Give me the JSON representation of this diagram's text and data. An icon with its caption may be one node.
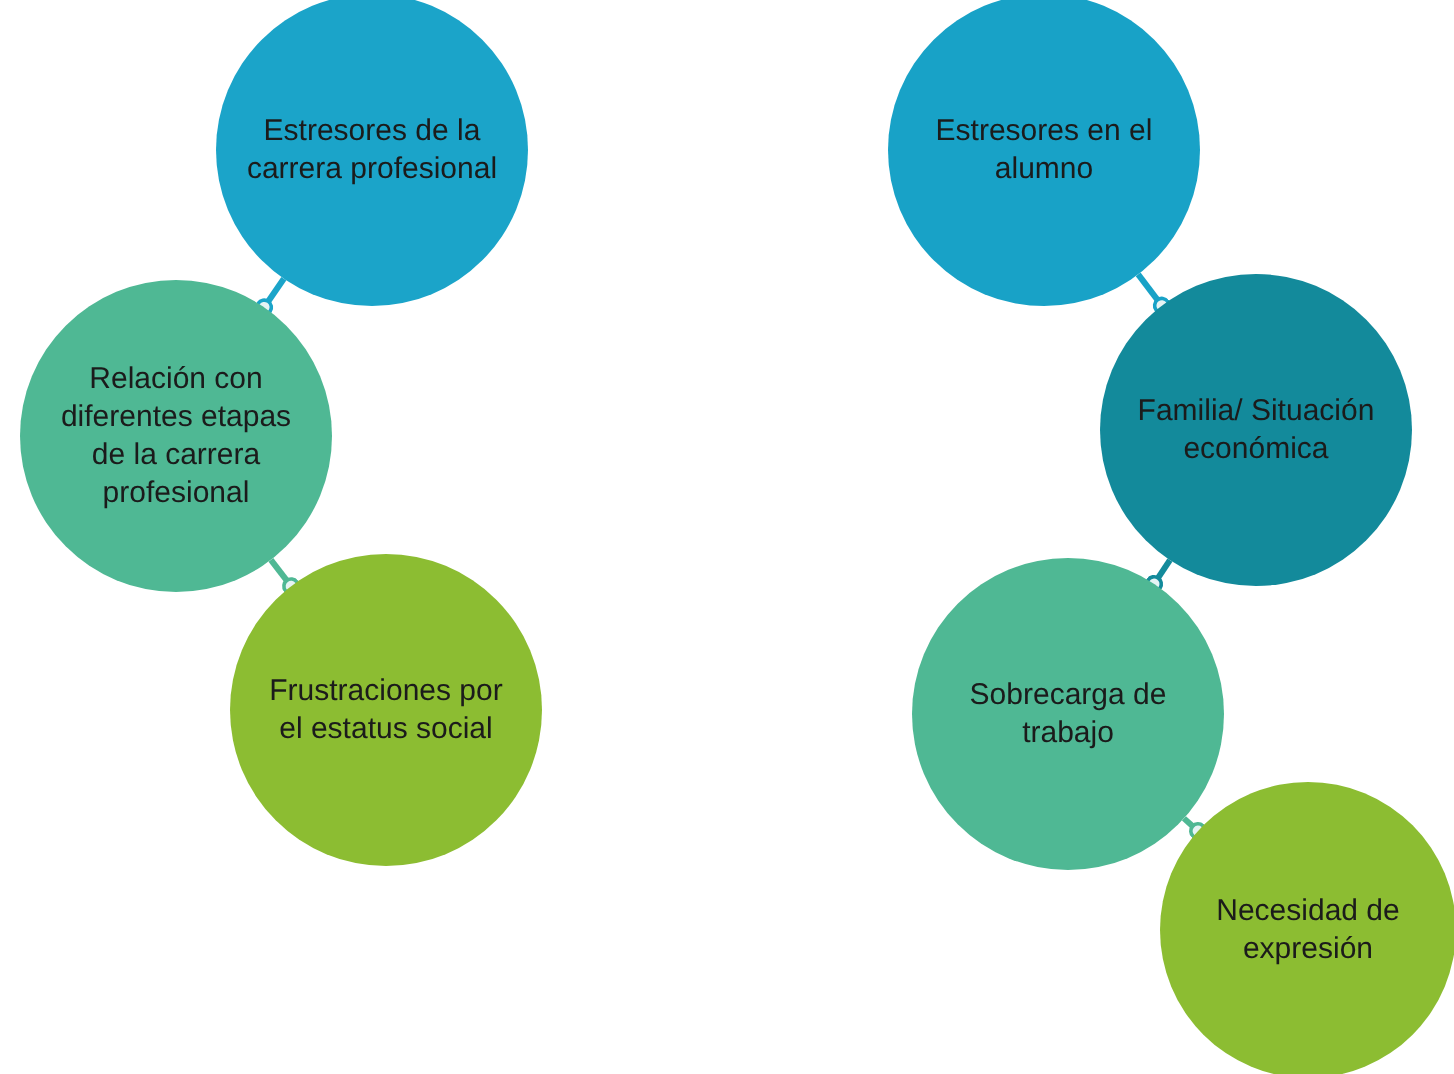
{
  "diagram": {
    "nodes": [
      {
        "text": [
          "Estresores de la carrera profesional"
        ]
      },
      {
        "text": [
          "Relación con diferentes etapas de la carrera profesional"
        ]
      },
      {
        "text": [
          "Frustraciones por el estatus social"
        ]
      },
      {
        "text": [
          "Estresores en el alumno"
        ]
      },
      {
        "text": [
          "Familia/ Situación económica"
        ]
      },
      {
        "text": [
          "Sobrecarga de trabajo"
        ]
      },
      {
        "text": [
          "Necesidad de expresión"
        ]
      }
    ],
    "edges": [
      {
        "from": 0,
        "to": 1,
        "arrow": "other"
      },
      {
        "from": 1,
        "to": 2,
        "arrow": "other"
      },
      {
        "from": 3,
        "to": 4,
        "arrow": "other"
      },
      {
        "from": 4,
        "to": 5,
        "arrow": "other"
      },
      {
        "from": 5,
        "to": 6,
        "arrow": "other"
      }
    ]
  }
}
